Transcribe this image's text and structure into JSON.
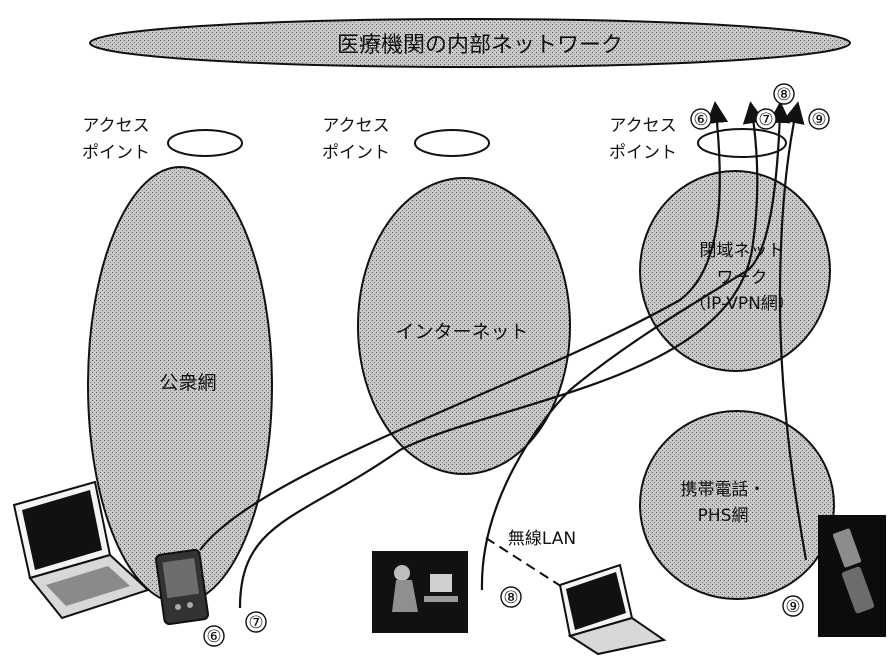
{
  "diagram": {
    "internal_network": "医療機関の内部ネットワーク",
    "access_point": [
      "アクセス",
      "ポイント"
    ],
    "networks": {
      "public": "公衆網",
      "internet": "インターネット",
      "closed": [
        "閉域ネット",
        "ワーク",
        "（IP-VPN網）"
      ],
      "mobile": [
        "携帯電話・",
        "PHS網"
      ]
    },
    "wireless_lan": "無線LAN",
    "route_numbers": {
      "r6": "⑥",
      "r7": "⑦",
      "r8": "⑧",
      "r9": "⑨"
    }
  }
}
